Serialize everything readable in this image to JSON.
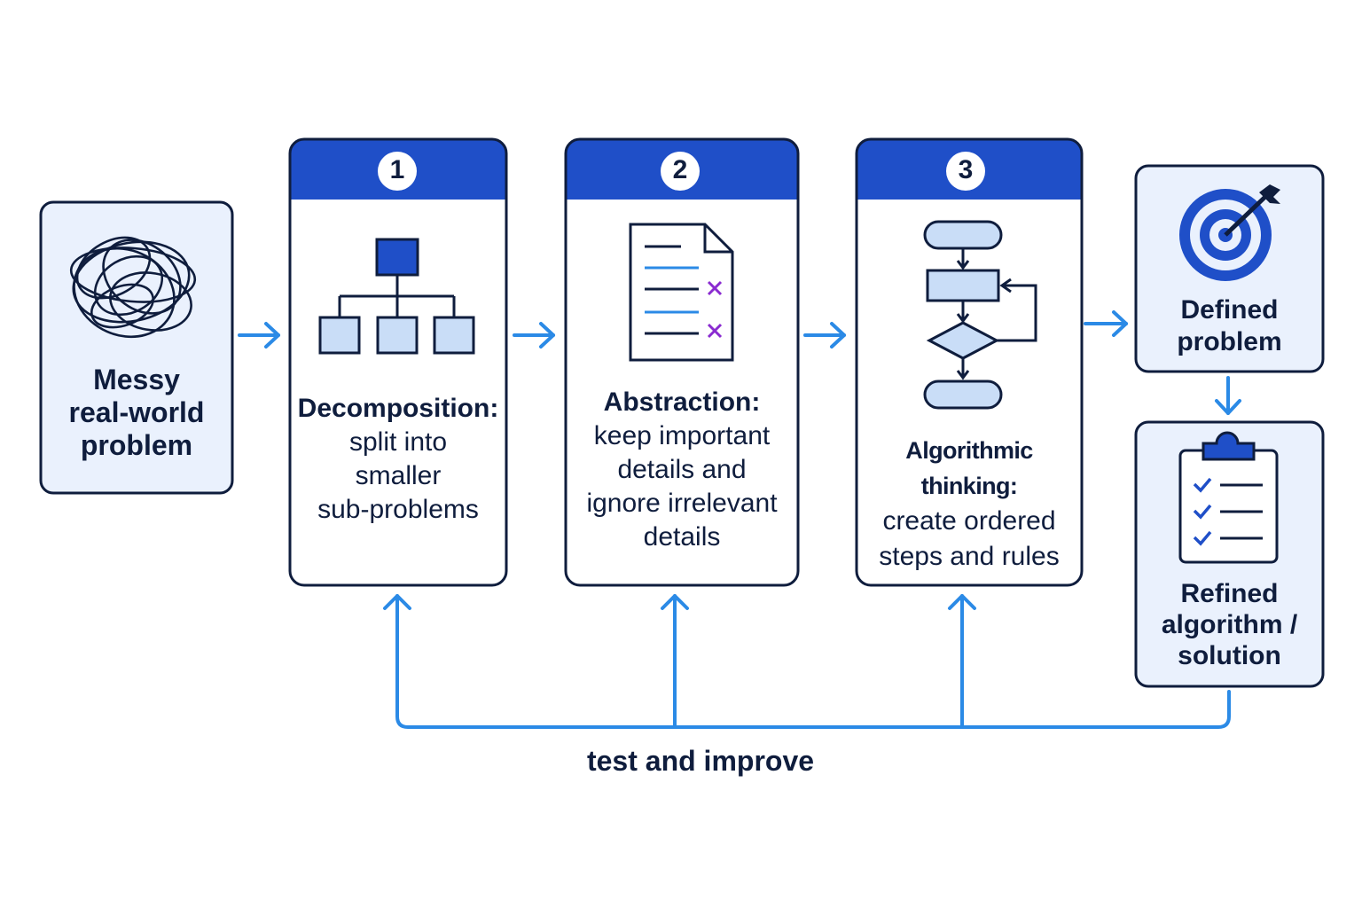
{
  "steps": [
    {
      "number": "1",
      "title": "Decomposition:",
      "lines": [
        "split into",
        "smaller",
        "sub-problems"
      ]
    },
    {
      "number": "2",
      "title": "Abstraction:",
      "lines": [
        "keep important",
        "details and",
        "ignore irrelevant",
        "details"
      ]
    },
    {
      "number": "3",
      "title": "Algorithmic thinking:",
      "lines": [
        "create ordered",
        "steps and rules"
      ]
    }
  ],
  "input": {
    "lines": [
      "Messy",
      "real-world",
      "problem"
    ]
  },
  "outputs": {
    "defined": {
      "lines": [
        "Defined",
        "problem"
      ]
    },
    "refined": {
      "lines": [
        "Refined",
        "algorithm /",
        "solution"
      ]
    }
  },
  "loop_label": "test and improve",
  "colors": {
    "header_blue": "#1f4fc8",
    "arrow_blue": "#2b8ae6",
    "outline_navy": "#0f1d3d",
    "panel_fill": "#eaf1fd",
    "shape_fill": "#c9ddf7",
    "cross_purple": "#8a2bd0"
  },
  "icons": {
    "input": "tangled-scribble-icon",
    "step1": "hierarchy-tree-icon",
    "step2": "document-with-crossed-lines-icon",
    "step3": "flowchart-icon",
    "defined": "target-with-arrow-icon",
    "refined": "clipboard-checklist-icon"
  }
}
